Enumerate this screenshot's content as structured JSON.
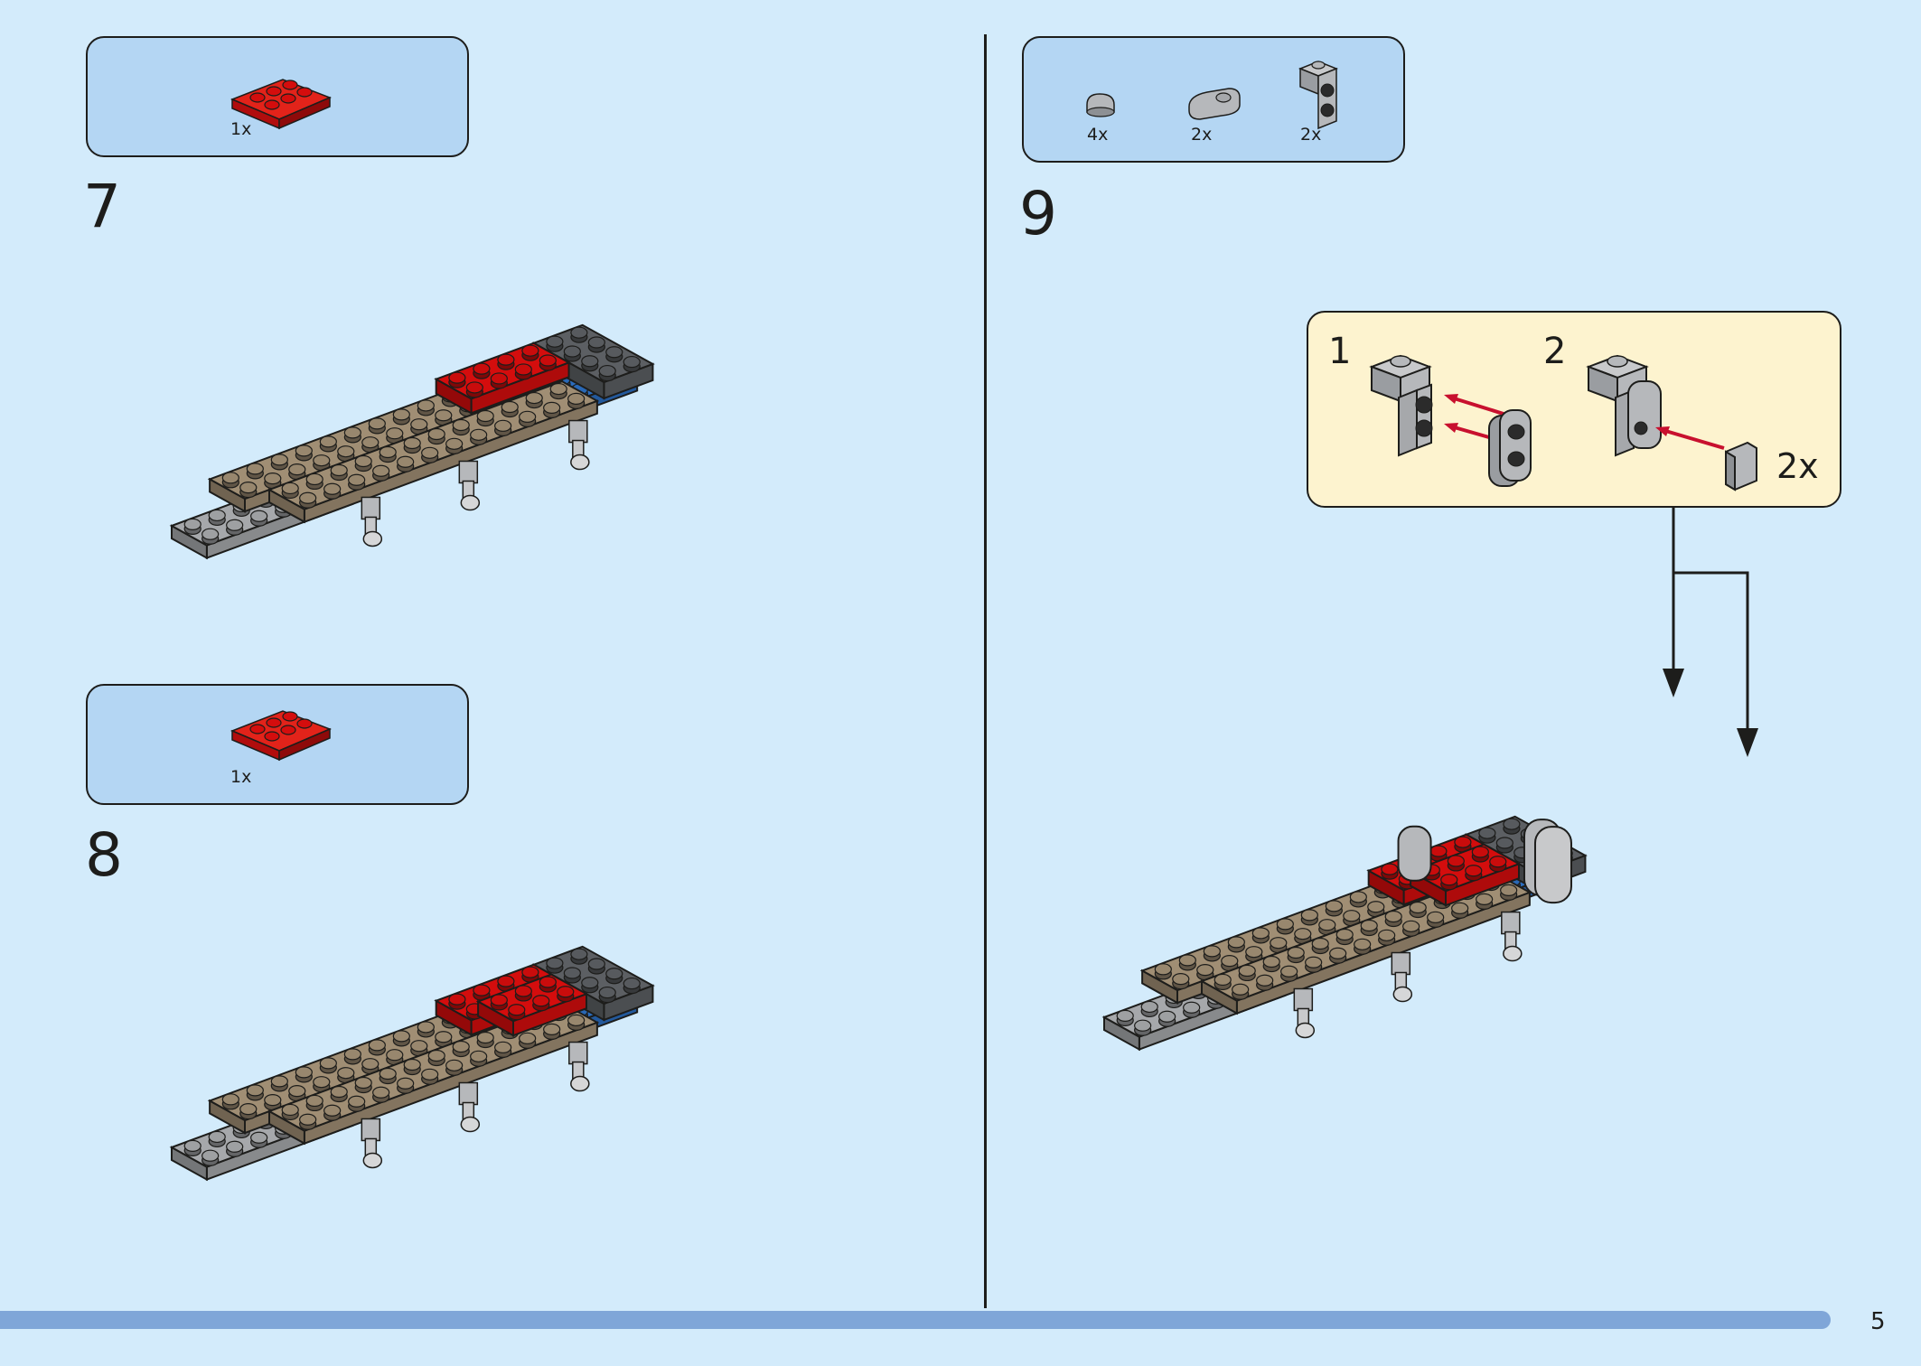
{
  "page_number": "5",
  "steps": [
    {
      "number": "7",
      "parts": [
        {
          "qty": "1x",
          "part": "red-2x3-plate"
        }
      ]
    },
    {
      "number": "8",
      "parts": [
        {
          "qty": "1x",
          "part": "red-2x3-plate"
        }
      ]
    },
    {
      "number": "9",
      "parts": [
        {
          "qty": "4x",
          "part": "grey-round-tile"
        },
        {
          "qty": "2x",
          "part": "grey-jumper-plate"
        },
        {
          "qty": "2x",
          "part": "grey-bracket"
        }
      ]
    }
  ],
  "callout": {
    "sub1": "1",
    "sub2": "2",
    "qty": "2x"
  },
  "colors": {
    "background": "#d3ebfb",
    "part_box": "#b4d6f3",
    "callout": "#fdf3cf",
    "red": "#d40d0d",
    "tan": "#a08e74",
    "grey": "#a6a8ab",
    "dark_grey": "#5c5f63",
    "blue": "#2b6dbe",
    "bar": "#7fa6d8"
  }
}
